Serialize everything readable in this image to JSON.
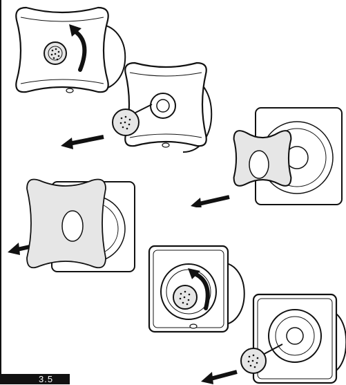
{
  "figure": {
    "steps": [
      {
        "id": "rotate-cover",
        "cover_color": "#ffffff",
        "action": "rotate"
      },
      {
        "id": "remove-knob",
        "cover_color": "#ffffff",
        "action": "pull-out"
      },
      {
        "id": "remove-grille-right",
        "cover_color": "#e6e6e6",
        "action": "pull-out"
      },
      {
        "id": "remove-grille-left",
        "cover_color": "#e6e6e6",
        "action": "pull-out"
      },
      {
        "id": "rotate-square-cover",
        "cover_color": "#ffffff",
        "action": "rotate"
      },
      {
        "id": "remove-square-knob",
        "cover_color": "#ffffff",
        "action": "pull-out"
      }
    ],
    "colors": {
      "line": "#111111",
      "cover": "#ffffff",
      "grille": "#e6e6e6",
      "arrow": "#111111"
    }
  },
  "footer": {
    "page_number": "3.5"
  }
}
